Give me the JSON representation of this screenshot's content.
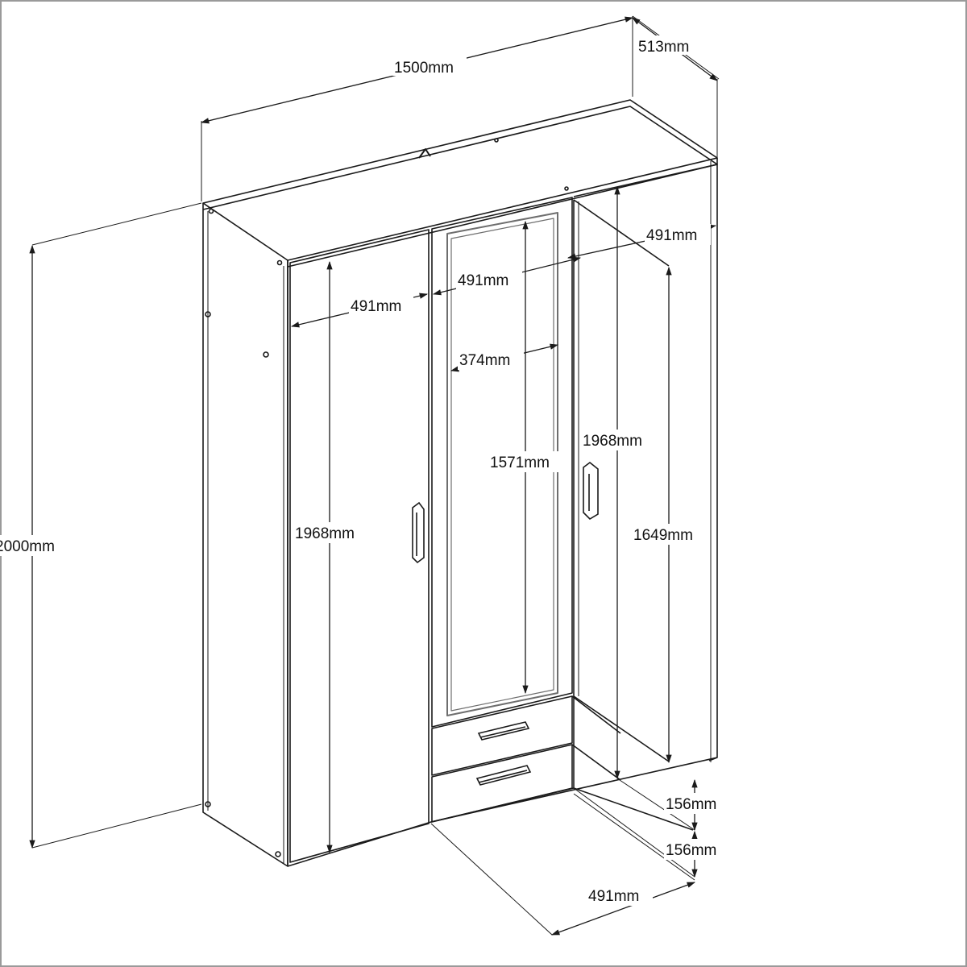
{
  "dimensions": {
    "width_total": "1500mm",
    "depth_total": "513mm",
    "height_total": "2000mm",
    "door_left_height": "1968mm",
    "door_left_width": "491mm",
    "door_middle_width": "491mm",
    "mirror_width": "374mm",
    "mirror_height": "1571mm",
    "door_right_height": "1968mm",
    "door_right_width": "491mm",
    "side_inner_height": "1649mm",
    "drawer_upper_height": "156mm",
    "drawer_lower_height": "156mm",
    "drawer_width": "491mm"
  },
  "colors": {
    "line": "#1a1a1a",
    "mirror_frame": "#6e6e6e",
    "background": "#ffffff"
  }
}
